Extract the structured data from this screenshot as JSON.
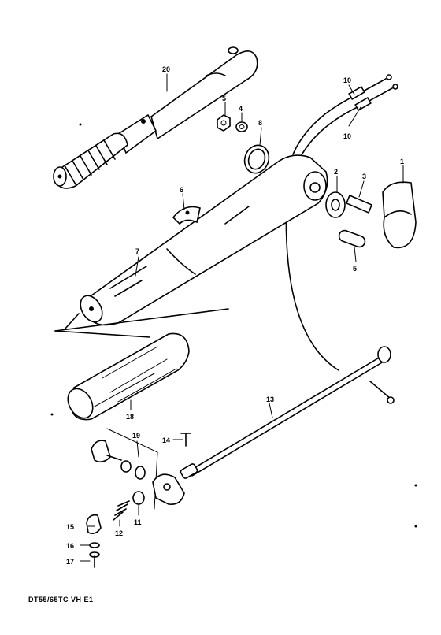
{
  "labels": {
    "p20": "20",
    "p5a": "5",
    "p4": "4",
    "p8": "8",
    "p10a": "10",
    "p10b": "10",
    "p1": "1",
    "p2": "2",
    "p3": "3",
    "p5b": "5",
    "p6": "6",
    "p7": "7",
    "p18": "18",
    "p13": "13",
    "p19": "19",
    "p14": "14",
    "p15": "15",
    "p12": "12",
    "p11": "11",
    "p16": "16",
    "p17": "17"
  },
  "caption": "DT55/65TC VH E1"
}
